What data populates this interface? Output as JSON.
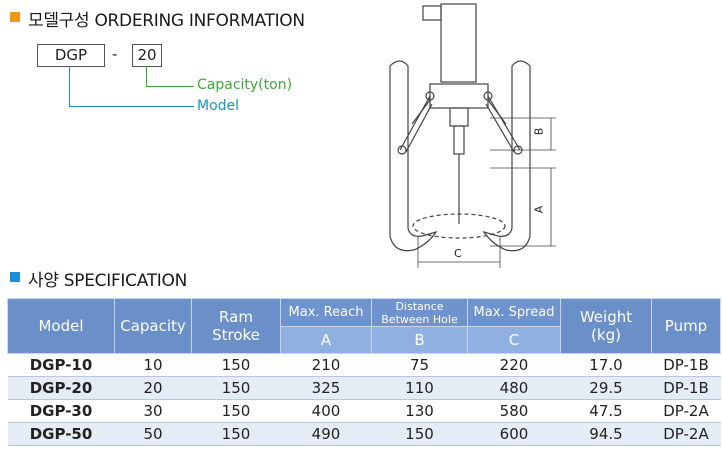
{
  "ordering": {
    "title": "모델구성 ORDERING INFORMATION",
    "model_code": "DGP",
    "dash": "-",
    "capacity_code": "20",
    "capacity_label": "Capacity(ton)",
    "model_label": "Model"
  },
  "diagram": {
    "dim_a": "A",
    "dim_b": "B",
    "dim_c": "C"
  },
  "spec": {
    "title": "사양 SPECIFICATION",
    "headers": {
      "model": "Model",
      "capacity": "Capacity",
      "ram_stroke_1": "Ram",
      "ram_stroke_2": "Stroke",
      "max_reach": "Max. Reach",
      "distance_between_hole": "Distance Between Hole",
      "max_spread": "Max. Spread",
      "sub_a": "A",
      "sub_b": "B",
      "sub_c": "C",
      "weight_1": "Weight",
      "weight_2": "(kg)",
      "pump": "Pump"
    },
    "rows": [
      {
        "model": "DGP-10",
        "capacity": "10",
        "stroke": "150",
        "a": "210",
        "b": "75",
        "c": "220",
        "weight": "17.0",
        "pump": "DP-1B"
      },
      {
        "model": "DGP-20",
        "capacity": "20",
        "stroke": "150",
        "a": "325",
        "b": "110",
        "c": "480",
        "weight": "29.5",
        "pump": "DP-1B"
      },
      {
        "model": "DGP-30",
        "capacity": "30",
        "stroke": "150",
        "a": "400",
        "b": "130",
        "c": "580",
        "weight": "47.5",
        "pump": "DP-2A"
      },
      {
        "model": "DGP-50",
        "capacity": "50",
        "stroke": "150",
        "a": "490",
        "b": "150",
        "c": "600",
        "weight": "94.5",
        "pump": "DP-2A"
      }
    ]
  },
  "colors": {
    "accent_orange": "#f0961e",
    "accent_blue": "#1f8fd6",
    "capacity_green": "#3aaa35",
    "model_blue": "#1a94c9",
    "header_blue": "#6b8fc9"
  }
}
